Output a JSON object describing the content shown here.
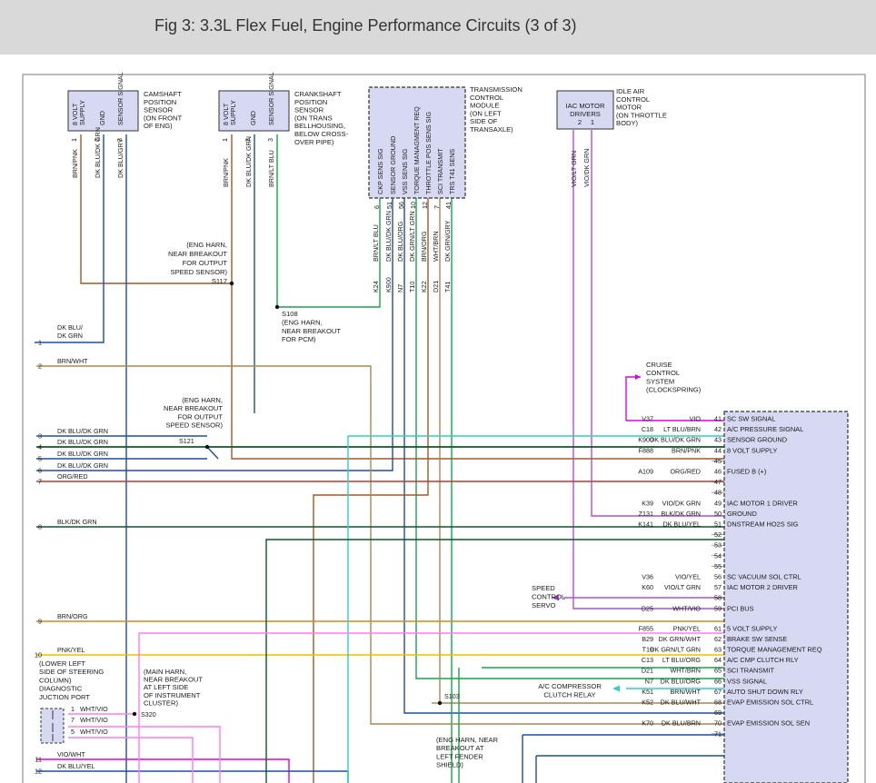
{
  "title": "Fig 3: 3.3L Flex Fuel, Engine Performance Circuits (3 of 3)",
  "colors": {
    "header_bg": "#d9d9d9",
    "module_fill": "#d7d9f3",
    "brown": "#9b5a2a",
    "dark_blue": "#1f4e9a",
    "tan": "#a58a52",
    "green": "#18a24a",
    "dark_green": "#0a5a23",
    "orange": "#d38c1a",
    "red": "#c0392b",
    "violet": "#b050d8",
    "magenta": "#e000e0",
    "pink": "#ff7cf0",
    "cyan": "#2ed1c4",
    "yellow": "#e6c200",
    "black": "#111111"
  },
  "camshaft": {
    "pins": [
      "8 VOLT SUPPLY",
      "GND",
      "SENSOR SIGNAL"
    ],
    "pin_numbers": [
      "1",
      "2",
      "3"
    ],
    "label": [
      "CAMSHAFT",
      "POSITION",
      "SENSOR",
      "(ON FRONT",
      "OF ENG)"
    ],
    "wires": [
      "BRN/PNK",
      "DK BLU/DK GRN",
      "DK BLU/GRY"
    ]
  },
  "crankshaft": {
    "pins": [
      "8 VOLT SUPPLY",
      "GND",
      "SENSOR SIGNAL"
    ],
    "pin_numbers": [
      "1",
      "2",
      "3"
    ],
    "label": [
      "CRANKSHAFT",
      "POSITION",
      "SENSOR",
      "(ON TRANS",
      "BELLHOUSING,",
      "BELOW CROSS-",
      "OVER PIPE)"
    ],
    "wires": [
      "BRN/PNK",
      "DK BLU/DK GRN",
      "BRN/LT BLU"
    ]
  },
  "tcm": {
    "pins": [
      "CKP SENS SIG",
      "SENSOR GROUND",
      "VSS SENS SIG",
      "TORQUE MANAGMENT REQ",
      "THROTTLE POS SENS SIG",
      "SCI TRANSMIT",
      "TRS T41 SENS"
    ],
    "pin_numbers": [
      "6",
      "51",
      "56",
      "10",
      "12",
      "7",
      "41"
    ],
    "label": [
      "TRANSMISSION",
      "CONTROL",
      "MODULE",
      "(ON LEFT",
      "SIDE OF",
      "TRANSAXLE)"
    ],
    "wires": [
      "BRN/LT BLU",
      "DK BLU/DK GRN",
      "DK BLU/ORG",
      "DK GRN/LT GRN",
      "BRN/ORG",
      "WHT/BRN",
      "DK GRN/GRY"
    ],
    "circuits": [
      "K24",
      "K900",
      "N7",
      "T10",
      "K22",
      "D21",
      "T41"
    ]
  },
  "iac": {
    "title": [
      "IAC MOTOR",
      "DRIVERS"
    ],
    "pin_numbers": [
      "2",
      "1"
    ],
    "label": [
      "IDLE AIR",
      "CONTROL",
      "MOTOR",
      "(ON THROTTLE",
      "BODY)"
    ],
    "wires": [
      "VIO/LT GRN",
      "VIO/DK GRN"
    ]
  },
  "splices": {
    "s117": [
      "(ENG HARN,",
      "NEAR BREAKOUT",
      "FOR OUTPUT",
      "SPEED SENSOR)",
      "S117"
    ],
    "s108": [
      "S108",
      "(ENG HARN,",
      "NEAR BREAKOUT",
      "FOR PCM)"
    ],
    "s121_label": [
      "(ENG HARN,",
      "NEAR BREAKOUT",
      "FOR OUTPUT",
      "SPEED SENSOR)"
    ],
    "s121": "S121",
    "s103": "S103",
    "s103_label": [
      "(ENG HARN, NEAR",
      "BREAKOUT AT",
      "LEFT FENDER",
      "SHIELD)"
    ],
    "s320": "S320",
    "s320_label": [
      "(MAIN HARN,",
      "NEAR BREAKOUT",
      "AT LEFT SIDE",
      "OF INSTRUMENT",
      "CLUSTER)"
    ]
  },
  "left_rows": [
    {
      "num": "1",
      "wire": [
        "DK BLU/",
        "DK GRN"
      ]
    },
    {
      "num": "2",
      "wire": [
        "BRN/WHT"
      ]
    },
    {
      "num": "3",
      "wire": [
        "DK BLU/DK GRN"
      ]
    },
    {
      "num": "4",
      "wire": [
        "DK BLU/DK GRN"
      ]
    },
    {
      "num": "5",
      "wire": [
        "DK BLU/DK GRN"
      ]
    },
    {
      "num": "6",
      "wire": [
        "DK BLU/DK GRN"
      ]
    },
    {
      "num": "7",
      "wire": [
        "ORG/RED"
      ]
    },
    {
      "num": "8",
      "wire": [
        "BLK/DK GRN"
      ]
    },
    {
      "num": "9",
      "wire": [
        "BRN/ORG"
      ]
    },
    {
      "num": "10",
      "wire": [
        "PNK/YEL"
      ]
    },
    {
      "num": "11",
      "wire": [
        "VIO/WHT"
      ]
    },
    {
      "num": "12",
      "wire": [
        "DK BLU/YEL"
      ]
    }
  ],
  "dlc": {
    "label": [
      "(LOWER LEFT",
      "SIDE OF STEERING",
      "COLUMN)",
      "DIAGNOSTIC",
      "JUCTION PORT"
    ],
    "pins": [
      {
        "num": "1",
        "wire": "WHT/VIO"
      },
      {
        "num": "7",
        "wire": "WHT/VIO"
      },
      {
        "num": "5",
        "wire": "WHT/VIO"
      }
    ]
  },
  "cruise": [
    "CRUISE",
    "CONTROL",
    "SYSTEM",
    "(CLOCKSPRING)"
  ],
  "speed_control": [
    "SPEED",
    "CONTROL",
    "SERVO"
  ],
  "ac_relay": [
    "A/C COMPRESSOR",
    "CLUTCH RELAY"
  ],
  "pcm_pins": [
    {
      "pin": "41",
      "circuit": "V37",
      "wire": "VIO",
      "func": "SC SW SIGNAL"
    },
    {
      "pin": "42",
      "circuit": "C18",
      "wire": "LT BLU/BRN",
      "func": "A/C PRESSURE SIGNAL"
    },
    {
      "pin": "43",
      "circuit": "K900",
      "wire": "DK BLU/DK GRN",
      "func": "SENSOR GROUND"
    },
    {
      "pin": "44",
      "circuit": "F888",
      "wire": "BRN/PNK",
      "func": "8 VOLT SUPPLY"
    },
    {
      "pin": "45",
      "circuit": "",
      "wire": "",
      "func": ""
    },
    {
      "pin": "46",
      "circuit": "A109",
      "wire": "ORG/RED",
      "func": "FUSED B (+)"
    },
    {
      "pin": "47",
      "circuit": "",
      "wire": "",
      "func": ""
    },
    {
      "pin": "48",
      "circuit": "",
      "wire": "",
      "func": ""
    },
    {
      "pin": "49",
      "circuit": "K39",
      "wire": "VIO/DK GRN",
      "func": "IAC MOTOR 1 DRIVER"
    },
    {
      "pin": "50",
      "circuit": "Z131",
      "wire": "BLK/DK GRN",
      "func": "GROUND"
    },
    {
      "pin": "51",
      "circuit": "K141",
      "wire": "DK BLU/YEL",
      "func": "DNSTREAM HO2S SIG"
    },
    {
      "pin": "52",
      "circuit": "",
      "wire": "",
      "func": ""
    },
    {
      "pin": "53",
      "circuit": "",
      "wire": "",
      "func": ""
    },
    {
      "pin": "54",
      "circuit": "",
      "wire": "",
      "func": ""
    },
    {
      "pin": "55",
      "circuit": "",
      "wire": "",
      "func": ""
    },
    {
      "pin": "56",
      "circuit": "V36",
      "wire": "VIO/YEL",
      "func": "SC VACUUM SOL CTRL"
    },
    {
      "pin": "57",
      "circuit": "K60",
      "wire": "VIO/LT GRN",
      "func": "IAC MOTOR 2 DRIVER"
    },
    {
      "pin": "58",
      "circuit": "",
      "wire": "",
      "func": ""
    },
    {
      "pin": "59",
      "circuit": "D25",
      "wire": "WHT/VIO",
      "func": "PCI BUS"
    },
    {
      "pin": "61",
      "circuit": "F855",
      "wire": "PNK/YEL",
      "func": "5 VOLT SUPPLY"
    },
    {
      "pin": "62",
      "circuit": "B29",
      "wire": "DK GRN/WHT",
      "func": "BRAKE SW SENSE"
    },
    {
      "pin": "63",
      "circuit": "T10",
      "wire": "DK GRN/LT GRN",
      "func": "TORQUE MANAGEMENT REQ"
    },
    {
      "pin": "64",
      "circuit": "C13",
      "wire": "LT BLU/ORG",
      "func": "A/C CMP CLUTCH RLY"
    },
    {
      "pin": "65",
      "circuit": "D21",
      "wire": "WHT/BRN",
      "func": "SCI TRANSMIT"
    },
    {
      "pin": "66",
      "circuit": "N7",
      "wire": "DK BLU/ORG",
      "func": "VSS SIGNAL"
    },
    {
      "pin": "67",
      "circuit": "K51",
      "wire": "BRN/WHT",
      "func": "AUTO SHUT DOWN RLY"
    },
    {
      "pin": "68",
      "circuit": "K52",
      "wire": "DK BLU/WHT",
      "func": "EVAP EMISSION SOL CTRL"
    },
    {
      "pin": "69",
      "circuit": "",
      "wire": "",
      "func": ""
    },
    {
      "pin": "70",
      "circuit": "K70",
      "wire": "DK BLU/BRN",
      "func": "EVAP EMISSION SOL SEN"
    },
    {
      "pin": "71",
      "circuit": "",
      "wire": "",
      "func": ""
    }
  ]
}
